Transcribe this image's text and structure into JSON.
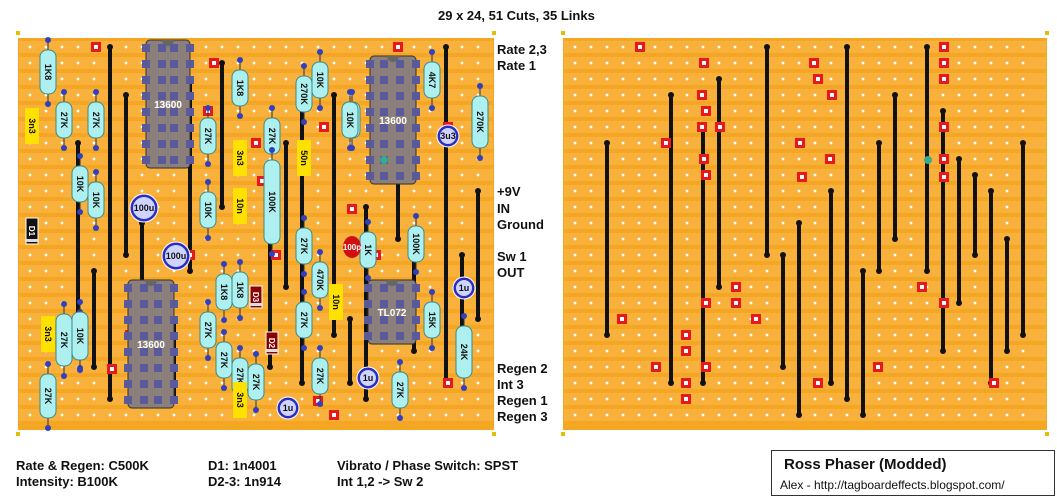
{
  "title": "29 x 24, 51 Cuts, 35 Links",
  "right_labels": {
    "rate23": "Rate 2,3",
    "rate1": "Rate 1",
    "v9": "+9V",
    "in": "IN",
    "ground": "Ground",
    "sw1": "Sw 1",
    "out": "OUT",
    "regen2": "Regen 2",
    "int3": "Int 3",
    "regen1": "Regen 1",
    "regen3": "Regen 3"
  },
  "notes": {
    "rate_regen": "Rate & Regen: C500K",
    "intensity": "Intensity: B100K",
    "d1": "D1: 1n4001",
    "d23": "D2-3: 1n914",
    "vibrato": "Vibrato / Phase Switch: SPST",
    "int": "Int 1,2 -> Sw 2"
  },
  "credit": {
    "title": "Ross Phaser (Modded)",
    "url": "Alex - http://tagboardeffects.blogspot.com/"
  },
  "ics": [
    "13600",
    "13600",
    "13600",
    "TL072"
  ],
  "resistors": [
    "1K8",
    "27K",
    "27K",
    "10K",
    "10K",
    "10K",
    "1K8",
    "1K8",
    "27K",
    "27K",
    "10K",
    "1K8",
    "27K",
    "27K",
    "10K",
    "27K",
    "100K",
    "270K",
    "10K",
    "27K",
    "470K",
    "27K",
    "10K",
    "27K",
    "1K",
    "4K7",
    "100K",
    "10K",
    "270K",
    "15K",
    "24K",
    "27K",
    "27K",
    "27K",
    "27K"
  ],
  "capacitors": [
    "3n3",
    "3n3",
    "3n3",
    "3n3",
    "10n",
    "50n",
    "10n",
    "100u",
    "100u",
    "3u3",
    "1u",
    "1u",
    "1u",
    "100p"
  ],
  "diodes": [
    "D1",
    "D3",
    "D2"
  ],
  "colors": {
    "board": "#f5a623",
    "strip_dot": "#ffffff",
    "cut_outer": "#e8191c",
    "cut_inner": "#ffffff",
    "link": "#111111",
    "resistor": "#aef0f0",
    "cap_yellow": "#ffe100",
    "electrolytic": "#2a2fbf",
    "ic_body": "#8a7f7a",
    "ic_pin": "#5a5a9a",
    "diode": "#8b0000",
    "ceramic": "#d01010"
  }
}
